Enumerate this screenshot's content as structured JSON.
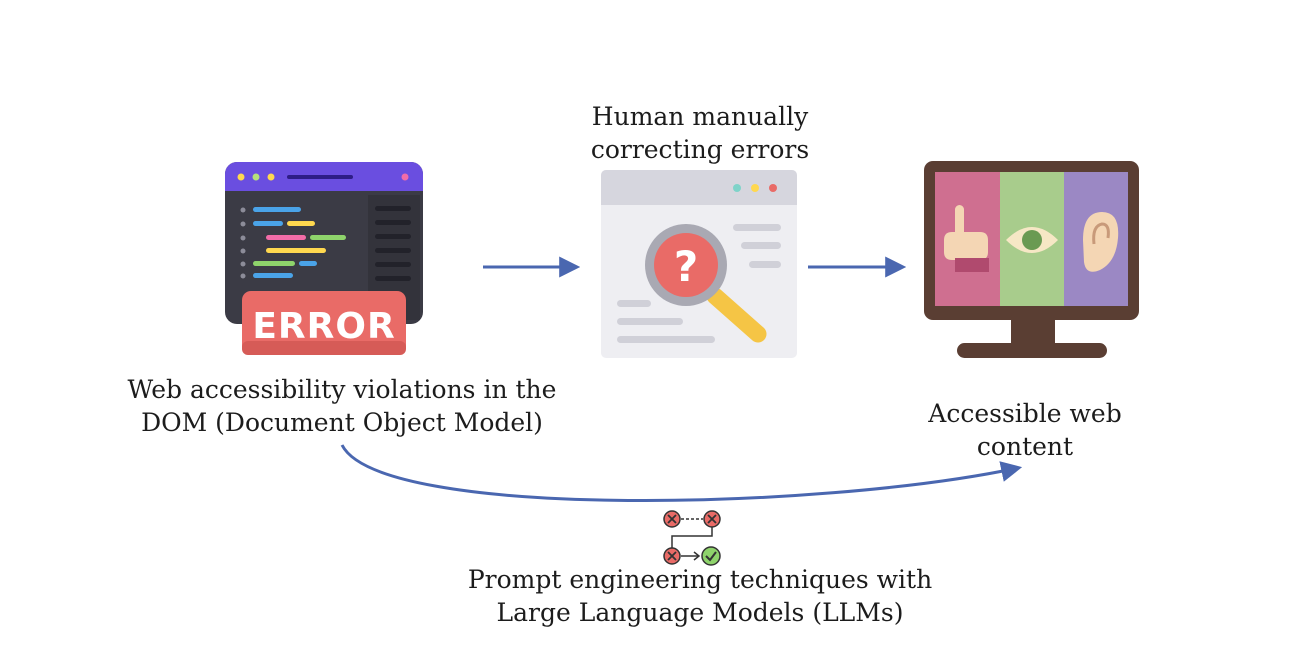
{
  "nodes": {
    "source": {
      "icon": "code-window-error-icon",
      "badge": "ERROR",
      "label_line1": "Web accessibility violations in the",
      "label_line2": "DOM (Document Object Model)"
    },
    "human": {
      "icon": "magnifier-question-window-icon",
      "label_line1": "Human manually",
      "label_line2": "correcting errors"
    },
    "accessible": {
      "icon": "monitor-hand-eye-ear-icon",
      "label_line1": "Accessible web",
      "label_line2": "content"
    },
    "llm": {
      "icon": "error-to-check-flow-icon",
      "label_line1": "Prompt engineering techniques with",
      "label_line2": "Large Language Models (LLMs)"
    }
  },
  "colors": {
    "arrow": "#4a67b0",
    "window_header": "#6a4ee0",
    "window_body": "#3b3b45",
    "error_badge": "#e96b67",
    "panel_pink": "#cf6f90",
    "panel_green": "#a8cc8c",
    "panel_purple": "#9b88c4",
    "monitor_frame": "#5a3e33"
  }
}
